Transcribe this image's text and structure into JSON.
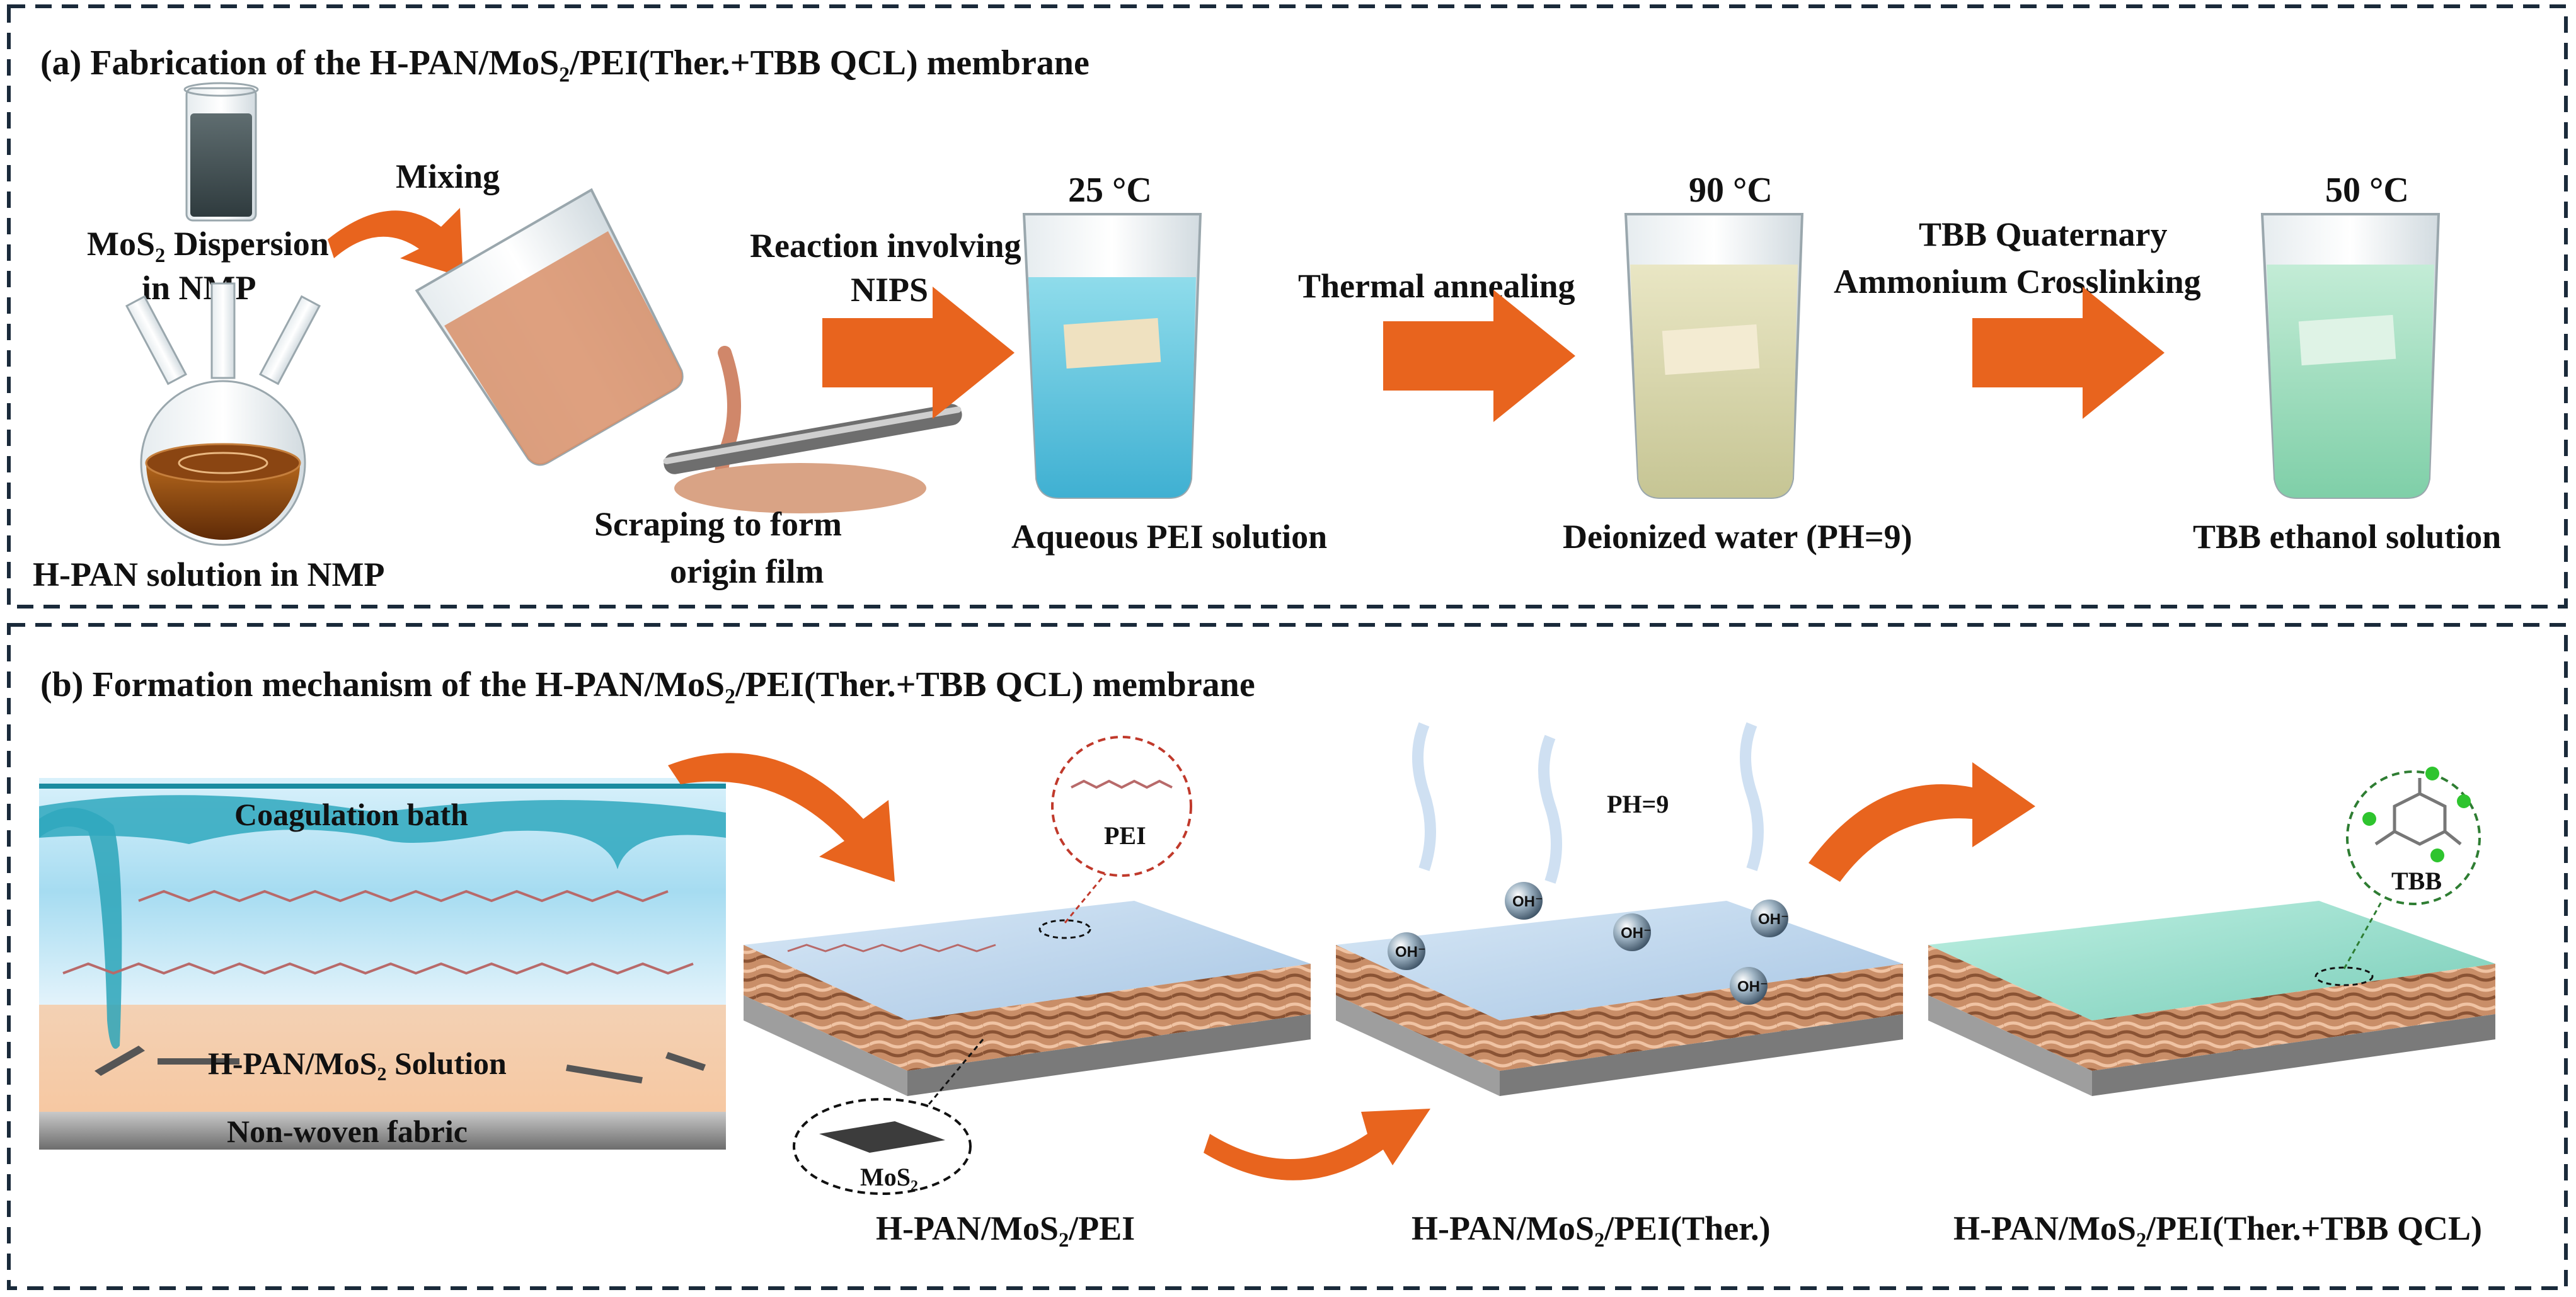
{
  "panel_a": {
    "title": "(a) Fabrication of the H-PAN/MoS₂/PEI(Ther.+TBB QCL) membrane",
    "mos2_dispersion": [
      "MoS₂ Dispersion",
      "in NMP"
    ],
    "hpan_solution": "H-PAN solution in NMP",
    "mixing": "Mixing",
    "scraping": [
      "Scraping to form",
      "origin film"
    ],
    "reaction": [
      "Reaction involving",
      "NIPS"
    ],
    "temp1": "25 °C",
    "bath1": "Aqueous PEI solution",
    "thermal": "Thermal annealing",
    "temp2": "90 °C",
    "bath2": "Deionized water (PH=9)",
    "crosslink": [
      "TBB Quaternary",
      "Ammonium Crosslinking"
    ],
    "temp3": "50 °C",
    "bath3": "TBB ethanol solution"
  },
  "panel_b": {
    "title": "(b) Formation mechanism of the H-PAN/MoS₂/PEI(Ther.+TBB QCL) membrane",
    "coagulation": "Coagulation bath",
    "solution": "H-PAN/MoS₂ Solution",
    "fabric": "Non-woven fabric",
    "pei": "PEI",
    "mos2": "MoS₂",
    "ph": "PH=9",
    "oh": "OH⁻",
    "tbb": "TBB",
    "label1": "H-PAN/MoS₂/PEI",
    "label2": "H-PAN/MoS₂/PEI(Ther.)",
    "label3": "H-PAN/MoS₂/PEI(Ther.+TBB QCL)"
  },
  "colors": {
    "arrow": "#e8641e",
    "border": "#1a2a3a",
    "blue_bath": "#6cc8dc",
    "yellow_bath": "#d8d7a8",
    "green_bath": "#9fdcc0",
    "membrane_top": "#c9dcef",
    "fiber": "#c9906a"
  }
}
